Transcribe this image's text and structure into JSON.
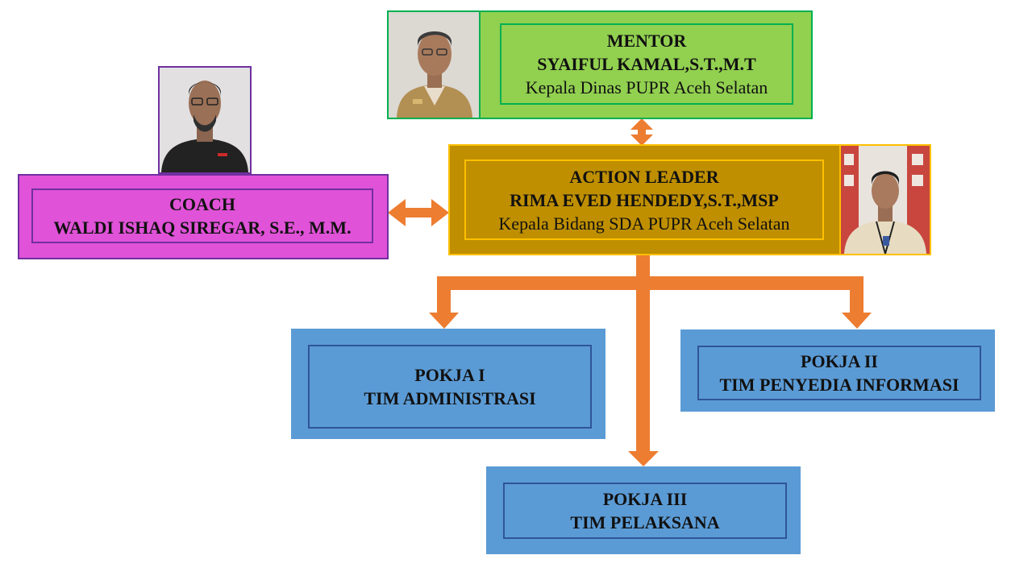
{
  "mentor": {
    "role": "MENTOR",
    "name": "SYAIFUL KAMAL,S.T.,M.T",
    "title": "Kepala Dinas PUPR Aceh Selatan"
  },
  "coach": {
    "role": "COACH",
    "name": "WALDI ISHAQ SIREGAR, S.E., M.M."
  },
  "action_leader": {
    "role": "ACTION LEADER",
    "name": "RIMA EVED HENDEDY,S.T.,MSP",
    "title": "Kepala Bidang SDA PUPR Aceh Selatan"
  },
  "pokja1": {
    "line1": "POKJA I",
    "line2": "TIM ADMINISTRASI"
  },
  "pokja2": {
    "line1": "POKJA II",
    "line2": "TIM PENYEDIA INFORMASI"
  },
  "pokja3": {
    "line1": "POKJA III",
    "line2": "TIM PELAKSANA"
  },
  "colors": {
    "mentor_fill": "#92d050",
    "mentor_border": "#00b050",
    "coach_fill": "#e052d8",
    "coach_border": "#7030a0",
    "leader_fill": "#bf8f00",
    "leader_border": "#ffc000",
    "pokja_fill": "#5b9bd5",
    "pokja_border": "#2f5597",
    "arrow": "#ed7d31"
  }
}
